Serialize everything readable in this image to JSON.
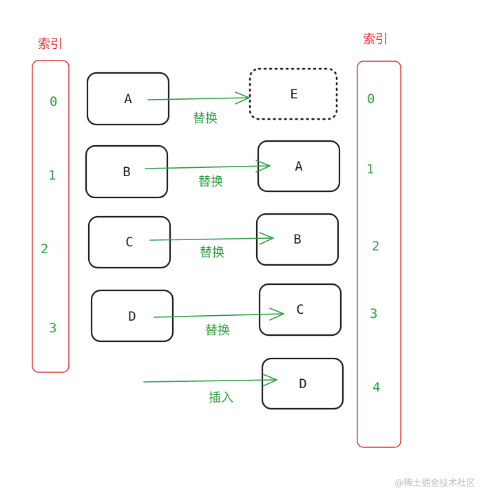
{
  "left_column": {
    "title": "索引",
    "indices": [
      "0",
      "1",
      "2",
      "3"
    ]
  },
  "right_column": {
    "title": "索引",
    "indices": [
      "0",
      "1",
      "2",
      "3",
      "4"
    ]
  },
  "old_nodes": [
    "A",
    "B",
    "C",
    "D"
  ],
  "new_nodes": [
    "E",
    "A",
    "B",
    "C",
    "D"
  ],
  "operations": [
    "替换",
    "替换",
    "替换",
    "替换",
    "插入"
  ],
  "watermark": "@稀土掘金技术社区",
  "colors": {
    "index_bar": "#e03131",
    "arrow": "#2f9e44",
    "node_border": "#1e1e1e"
  }
}
